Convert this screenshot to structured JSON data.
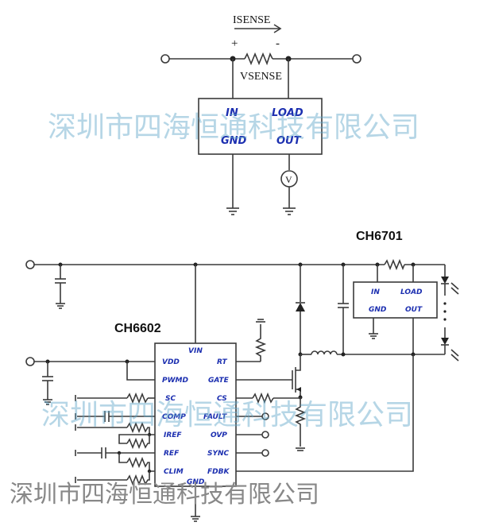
{
  "top_circuit": {
    "isense_label": "ISENSE",
    "plus": "+",
    "minus": "-",
    "vsense_label": "VSENSE",
    "pins": {
      "in": "IN",
      "load": "LOAD",
      "gnd": "GND",
      "out": "OUT"
    },
    "voltmeter": "V"
  },
  "ch6701": {
    "title": "CH6701",
    "pins": {
      "in": "IN",
      "load": "LOAD",
      "gnd": "GND",
      "out": "OUT"
    }
  },
  "ch6602": {
    "title": "CH6602",
    "pins": {
      "vin": "VIN",
      "vdd": "VDD",
      "rt": "RT",
      "pwmd": "PWMD",
      "gate": "GATE",
      "sc": "SC",
      "cs": "CS",
      "comp": "COMP",
      "fault": "FAULT",
      "iref": "IREF",
      "ovp": "OVP",
      "ref": "REF",
      "sync": "SYNC",
      "clim": "CLIM",
      "fdbk": "FDBK",
      "gnd": "GND"
    }
  },
  "watermarks": {
    "upper": "深圳市四海恒通科技有限公司",
    "middle": "深圳市四海恒通科技有限公司",
    "bottom": "深圳市四海恒通科技有限公司"
  },
  "colors": {
    "pin_text": "#1c2fb0",
    "watermark": "#5fa6c8"
  }
}
